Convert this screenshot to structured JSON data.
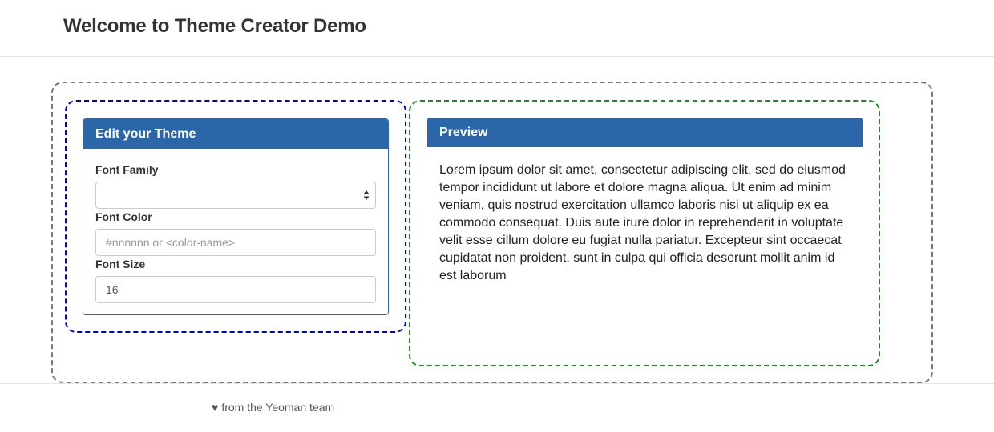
{
  "header": {
    "title": "Welcome to Theme Creator Demo"
  },
  "editor": {
    "heading": "Edit your Theme",
    "font_family": {
      "label": "Font Family",
      "value": ""
    },
    "font_color": {
      "label": "Font Color",
      "placeholder": "#nnnnnn or <color-name>",
      "value": ""
    },
    "font_size": {
      "label": "Font Size",
      "value": "16"
    }
  },
  "preview": {
    "heading": "Preview",
    "body": "Lorem ipsum dolor sit amet, consectetur adipiscing elit, sed do eiusmod tempor incididunt ut labore et dolore magna aliqua. Ut enim ad minim veniam, quis nostrud exercitation ullamco laboris nisi ut aliquip ex ea commodo consequat. Duis aute irure dolor in reprehenderit in voluptate velit esse cillum dolore eu fugiat nulla pariatur. Excepteur sint occaecat cupidatat non proident, sunt in culpa qui officia deserunt mollit anim id est laborum"
  },
  "footer": {
    "icon": "heart-icon",
    "text": "from the Yeoman team"
  },
  "colors": {
    "panel_primary": "#2b66a8",
    "outer_dashed": "#777777",
    "left_dashed": "#0000c8",
    "right_dashed": "#1a8a1a"
  }
}
